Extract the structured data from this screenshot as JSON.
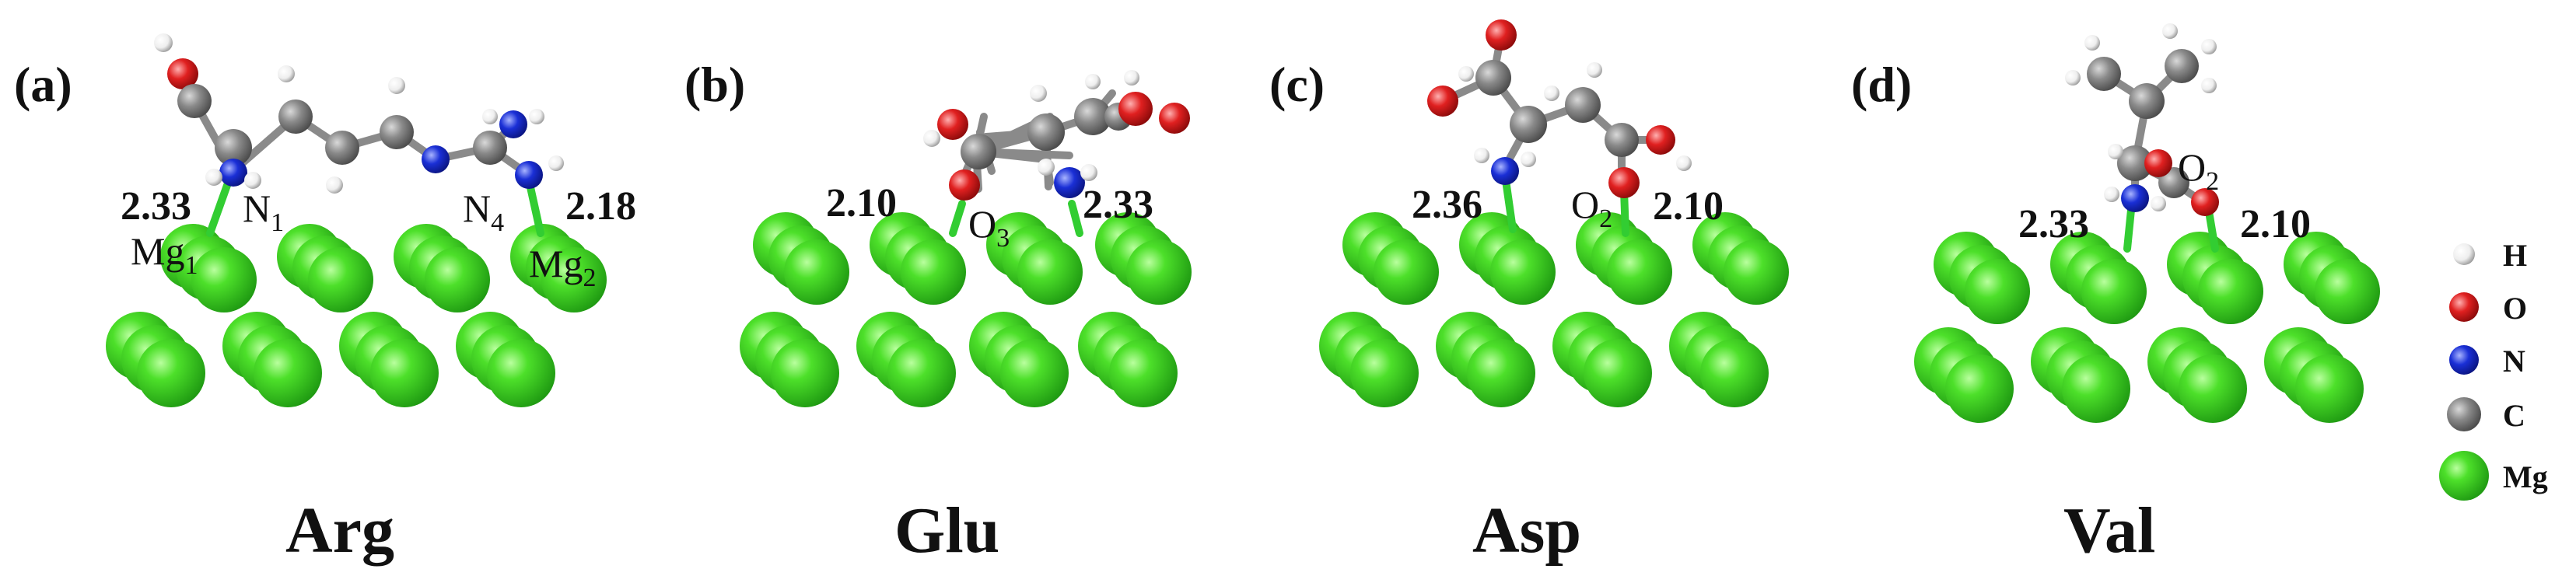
{
  "colors": {
    "H": "#f2f2f2",
    "O": "#e02020",
    "N": "#1a2fd6",
    "C": "#7a7a7a",
    "Mg": "#3ed41f",
    "bond_to_surface": "#32cd32"
  },
  "panels": [
    {
      "letter": "(a)",
      "name": "Arg",
      "bonds": [
        {
          "value": "2.33",
          "atom_main": "N",
          "atom_sub": "1"
        },
        {
          "value": "2.18",
          "atom_main": "N",
          "atom_sub": "4"
        }
      ],
      "surface_atoms": [
        {
          "main": "Mg",
          "sub": "1"
        },
        {
          "main": "Mg",
          "sub": "2"
        }
      ]
    },
    {
      "letter": "(b)",
      "name": "Glu",
      "bonds": [
        {
          "value": "2.10",
          "atom_main": "O",
          "atom_sub": "3"
        },
        {
          "value": "2.33",
          "atom_main": "",
          "atom_sub": ""
        }
      ]
    },
    {
      "letter": "(c)",
      "name": "Asp",
      "bonds": [
        {
          "value": "2.36",
          "atom_main": "",
          "atom_sub": ""
        },
        {
          "value": "2.10",
          "atom_main": "O",
          "atom_sub": "2"
        }
      ]
    },
    {
      "letter": "(d)",
      "name": "Val",
      "bonds": [
        {
          "value": "2.33",
          "atom_main": "",
          "atom_sub": ""
        },
        {
          "value": "2.10",
          "atom_main": "O",
          "atom_sub": "2"
        }
      ]
    }
  ],
  "legend": [
    {
      "label": "H",
      "color_key": "H"
    },
    {
      "label": "O",
      "color_key": "O"
    },
    {
      "label": "N",
      "color_key": "N"
    },
    {
      "label": "C",
      "color_key": "C"
    },
    {
      "label": "Mg",
      "color_key": "Mg"
    }
  ]
}
